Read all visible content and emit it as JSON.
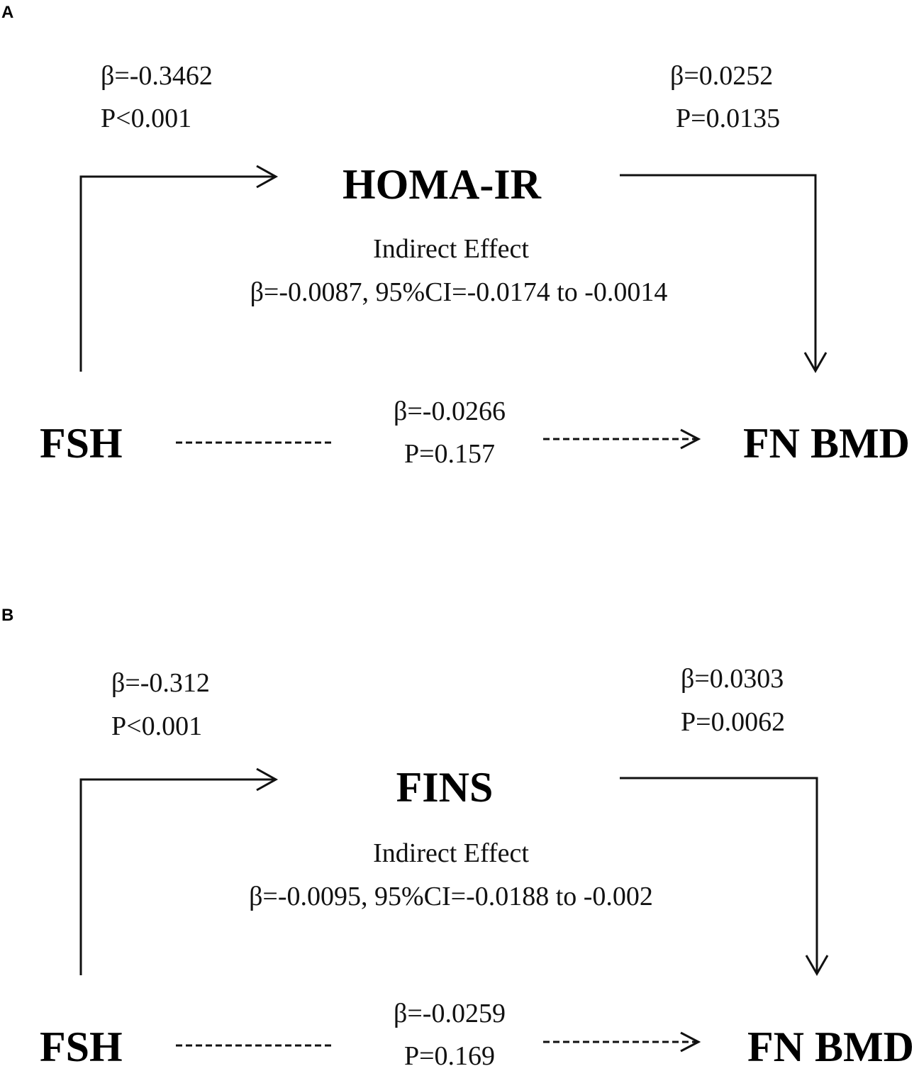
{
  "panels": [
    {
      "letter": "A",
      "mediator": "HOMA-IR",
      "exposure": "FSH",
      "outcome": "FN BMD",
      "path_a": {
        "beta": "β=-0.3462",
        "p": "P<0.001"
      },
      "path_b": {
        "beta": "β=0.0252",
        "p": "P=0.0135"
      },
      "direct": {
        "beta": "β=-0.0266",
        "p": "P=0.157"
      },
      "indirect": {
        "label": "Indirect Effect",
        "value": "β=-0.0087, 95%CI=-0.0174 to -0.0014"
      }
    },
    {
      "letter": "B",
      "mediator": "FINS",
      "exposure": "FSH",
      "outcome": "FN BMD",
      "path_a": {
        "beta": "β=-0.312",
        "p": "P<0.001"
      },
      "path_b": {
        "beta": "β=0.0303",
        "p": "P=0.0062"
      },
      "direct": {
        "beta": "β=-0.0259",
        "p": "P=0.169"
      },
      "indirect": {
        "label": "Indirect Effect",
        "value": "β=-0.0095, 95%CI=-0.0188 to -0.002"
      }
    }
  ]
}
